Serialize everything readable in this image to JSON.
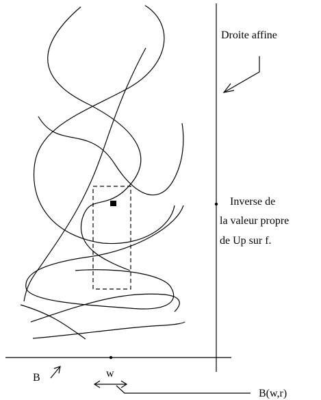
{
  "labels": {
    "affine_line": "Droite affine",
    "inverse_line1": "Inverse de",
    "inverse_line2": "la valeur propre",
    "inverse_line3": "de Up sur f.",
    "b": "B",
    "w": "w",
    "bwr": "B(w,r)"
  }
}
